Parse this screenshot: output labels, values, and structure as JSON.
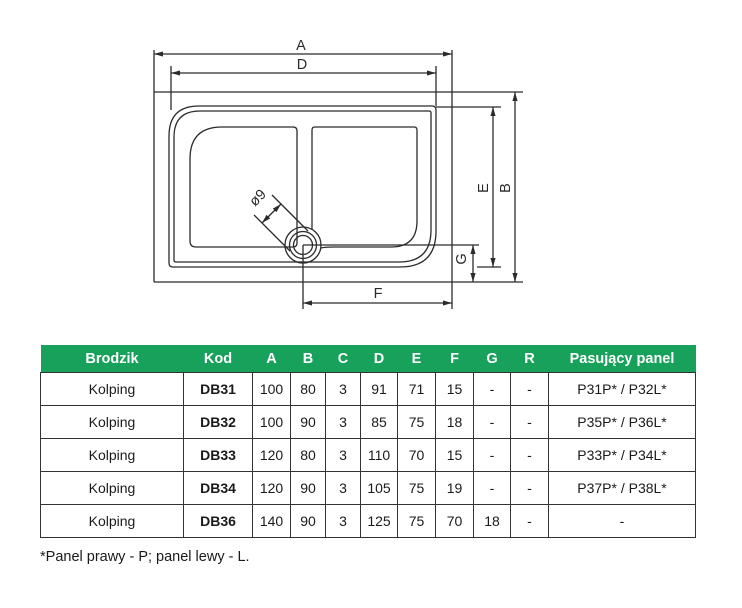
{
  "diagram": {
    "labels": {
      "width_outer": "A",
      "width_inner": "D",
      "height_outer": "B",
      "height_inner": "E",
      "drain_to_right_edge": "F",
      "drain_to_bottom_edge": "G",
      "drain_diameter": "ø9"
    }
  },
  "table": {
    "header_bg": "#17a15a",
    "header_text_color": "#ffffff",
    "columns": [
      "Brodzik",
      "Kod",
      "A",
      "B",
      "C",
      "D",
      "E",
      "F",
      "G",
      "R",
      "Pasujący panel"
    ],
    "rows": [
      [
        "Kolping",
        "DB31",
        "100",
        "80",
        "3",
        "91",
        "71",
        "15",
        "-",
        "-",
        "P31P* / P32L*"
      ],
      [
        "Kolping",
        "DB32",
        "100",
        "90",
        "3",
        "85",
        "75",
        "18",
        "-",
        "-",
        "P35P* / P36L*"
      ],
      [
        "Kolping",
        "DB33",
        "120",
        "80",
        "3",
        "110",
        "70",
        "15",
        "-",
        "-",
        "P33P* / P34L*"
      ],
      [
        "Kolping",
        "DB34",
        "120",
        "90",
        "3",
        "105",
        "75",
        "19",
        "-",
        "-",
        "P37P* / P38L*"
      ],
      [
        "Kolping",
        "DB36",
        "140",
        "90",
        "3",
        "125",
        "75",
        "70",
        "18",
        "-",
        "-"
      ]
    ]
  },
  "footnote": "*Panel prawy - P; panel lewy - L."
}
